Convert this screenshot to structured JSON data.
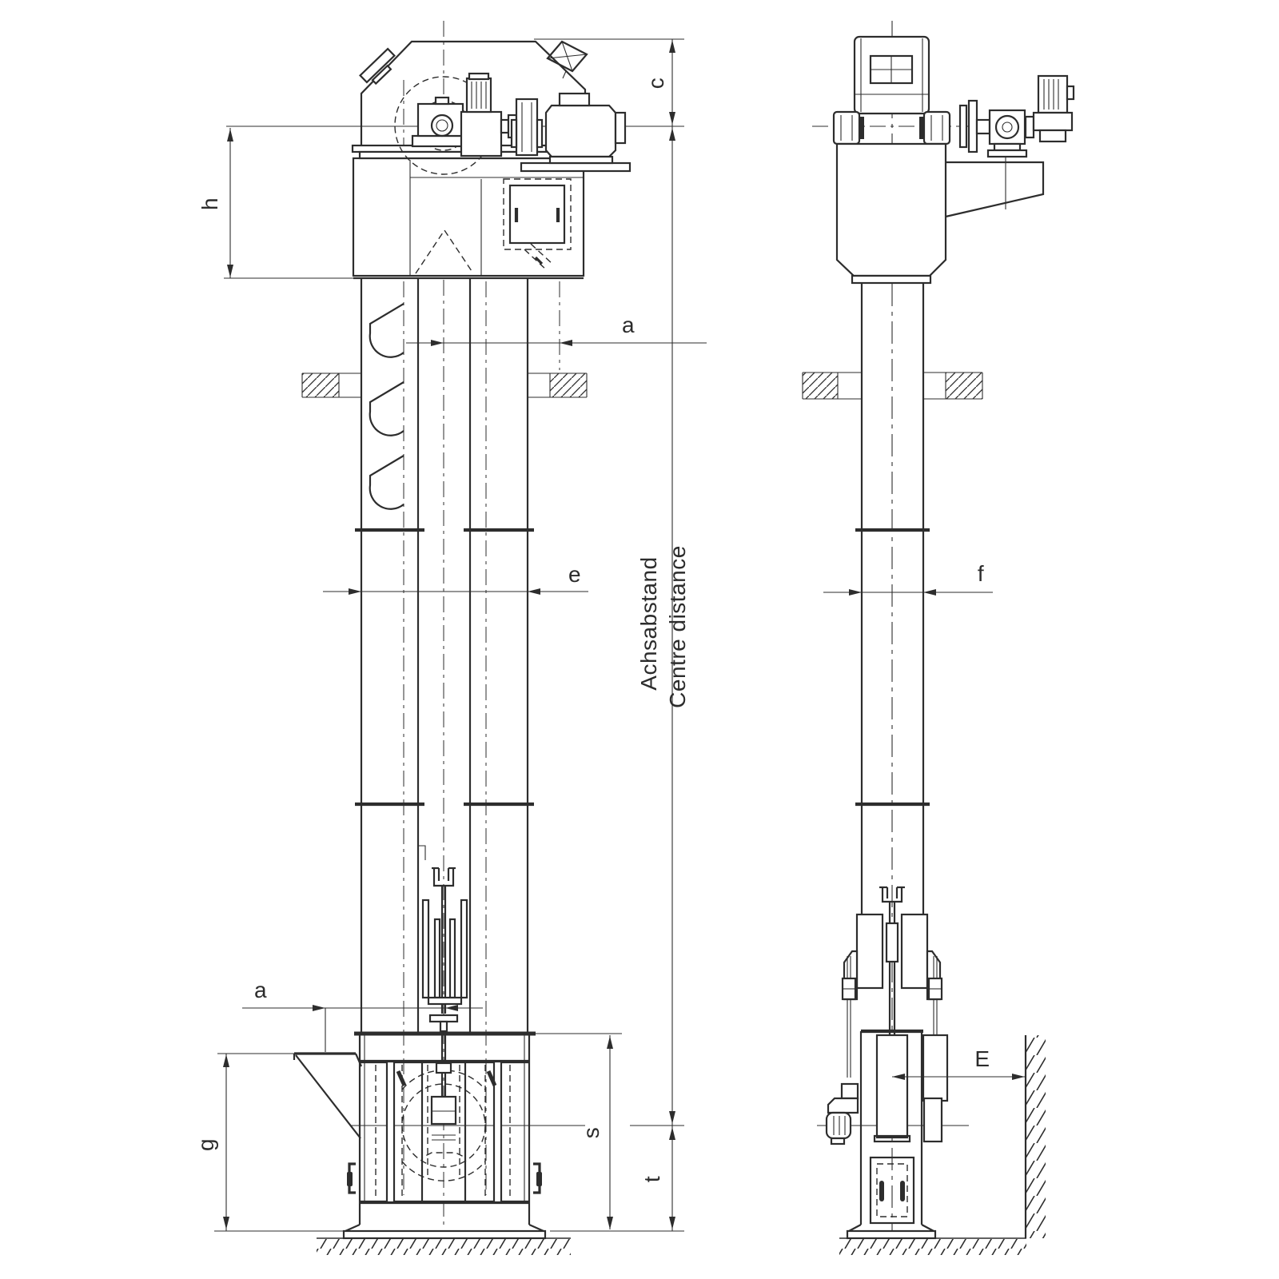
{
  "drawing": {
    "kind": "bucket-elevator-general-arrangement",
    "colors": {
      "line": "#2d2d2d",
      "background": "#ffffff"
    },
    "dimensions": {
      "c": "c",
      "h": "h",
      "a_top": "a",
      "e": "e",
      "a_bottom": "a",
      "g": "g",
      "s": "s",
      "t": "t",
      "f": "f",
      "E": "E",
      "centre_distance_de": "Achsabstand",
      "centre_distance_en": "Centre distance"
    }
  }
}
